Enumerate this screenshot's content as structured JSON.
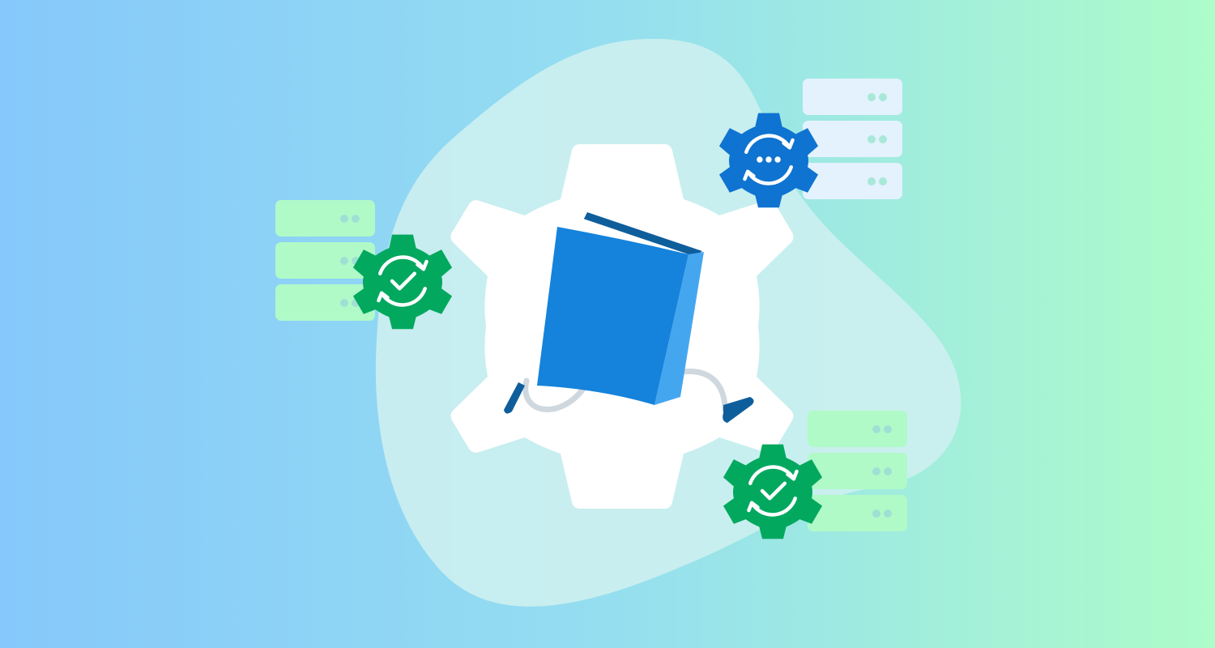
{
  "colors": {
    "background_left": "#86c8fb",
    "background_mid": "#95def0",
    "background_right": "#adfcc9",
    "blob": "#cdf0ef",
    "gear_white": "#ffffff",
    "book_front": "#1583db",
    "book_spine": "#45a6f0",
    "book_dark": "#0f5e9c",
    "sync_green": "#03a85f",
    "sync_blue": "#0f73d1",
    "server_green": "#b0fac8",
    "server_blue": "#e3f2fd",
    "server_dot_green": "#9fe0d5",
    "server_dot_blue": "#a8e8d8"
  },
  "icons": {
    "central": "gear-icon",
    "book": "book-icon",
    "sync_done": "sync-check-icon",
    "sync_pending": "sync-pending-icon",
    "servers": "server-stack-icon"
  },
  "server_stacks": [
    {
      "name": "left",
      "theme": "green",
      "status": "synced"
    },
    {
      "name": "top-right",
      "theme": "blue",
      "status": "syncing"
    },
    {
      "name": "bottom-right",
      "theme": "green",
      "status": "synced"
    }
  ]
}
